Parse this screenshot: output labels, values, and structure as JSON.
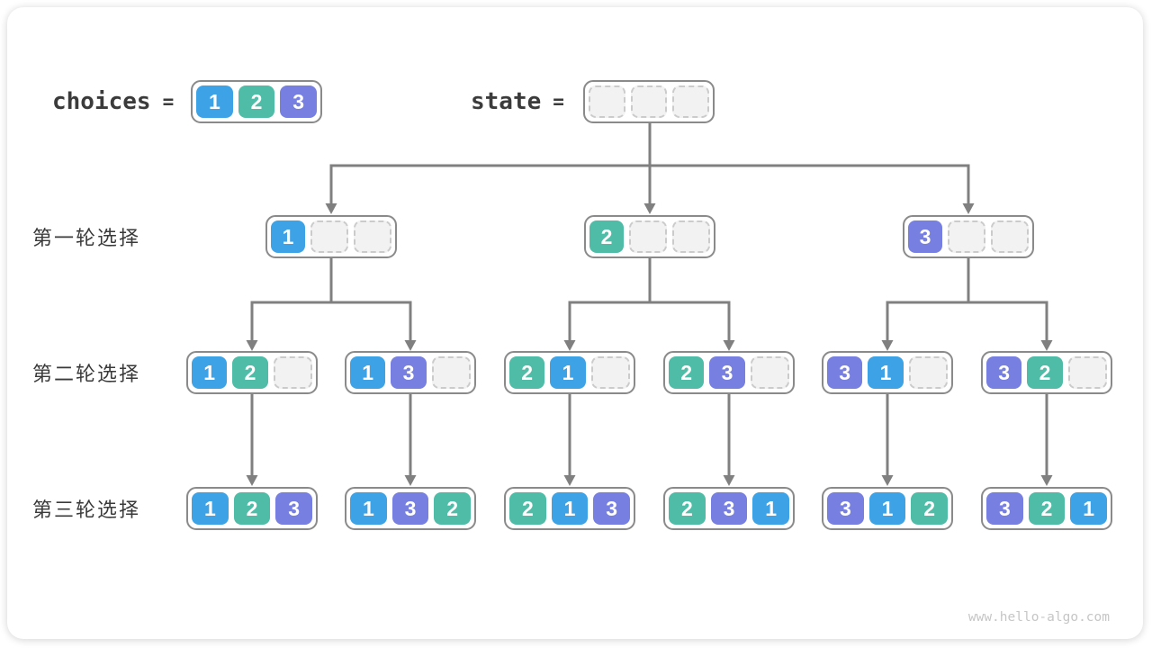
{
  "title_row": {
    "choices_label": "choices",
    "choices_equals": "=",
    "choices_values": [
      "1",
      "2",
      "3"
    ],
    "state_label": "state",
    "state_equals": "=",
    "state_values": [
      null,
      null,
      null
    ]
  },
  "rows": [
    {
      "label": "第一轮选择",
      "nodes": [
        [
          "1",
          null,
          null
        ],
        [
          "2",
          null,
          null
        ],
        [
          "3",
          null,
          null
        ]
      ]
    },
    {
      "label": "第二轮选择",
      "nodes": [
        [
          "1",
          "2",
          null
        ],
        [
          "1",
          "3",
          null
        ],
        [
          "2",
          "1",
          null
        ],
        [
          "2",
          "3",
          null
        ],
        [
          "3",
          "1",
          null
        ],
        [
          "3",
          "2",
          null
        ]
      ]
    },
    {
      "label": "第三轮选择",
      "nodes": [
        [
          "1",
          "2",
          "3"
        ],
        [
          "1",
          "3",
          "2"
        ],
        [
          "2",
          "1",
          "3"
        ],
        [
          "2",
          "3",
          "1"
        ],
        [
          "3",
          "1",
          "2"
        ],
        [
          "3",
          "2",
          "1"
        ]
      ]
    }
  ],
  "colors": {
    "1": "#3EA3E6",
    "2": "#4FBCA7",
    "3": "#777FE0",
    "arrow": "#808080",
    "container_border": "#8A8A8A",
    "empty_fill": "#F2F2F2",
    "empty_border": "#CBCBCB"
  },
  "watermark": "www.hello-algo.com"
}
